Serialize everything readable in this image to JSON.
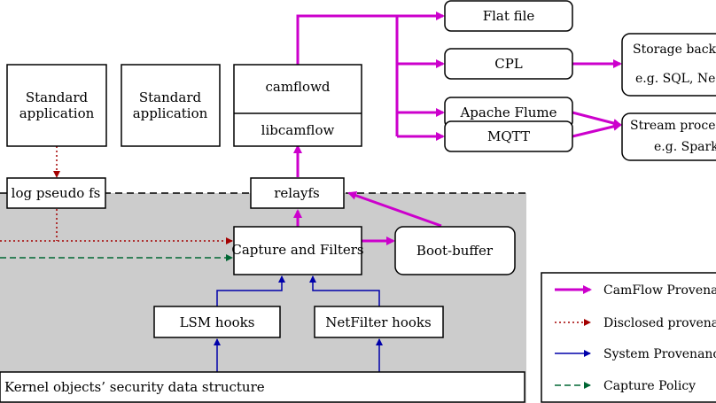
{
  "nodes": {
    "standard_app_1": [
      "Standard",
      "application"
    ],
    "standard_app_2": [
      "Standard",
      "application"
    ],
    "camflowd": "camflowd",
    "libcamflow": "libcamflow",
    "flat_file": "Flat file",
    "cpl": "CPL",
    "apache_flume": "Apache Flume",
    "mqtt": "MQTT",
    "storage_backend": [
      "Storage back-",
      "e.g. SQL, Ne"
    ],
    "stream_processing": [
      "Stream proces",
      "e.g. Spark"
    ],
    "log_pseudo_fs": "log pseudo fs",
    "relayfs": "relayfs",
    "capture_filters": "Capture and Filters",
    "boot_buffer": "Boot-buffer",
    "lsm_hooks": "LSM hooks",
    "netfilter_hooks": "NetFilter hooks",
    "kernel_objects": "Kernel objects’ security data structure"
  },
  "legend": [
    {
      "label": "CamFlow Provena",
      "style": "camflow",
      "color": "#cc00cc"
    },
    {
      "label": "Disclosed provena",
      "style": "disclosed",
      "color": "#a30000"
    },
    {
      "label": "System Provenanc",
      "style": "system",
      "color": "#0000aa"
    },
    {
      "label": "Capture Policy",
      "style": "policy",
      "color": "#006633"
    }
  ],
  "colors": {
    "kernel_area": "#cccccc",
    "camflow": "#cc00cc",
    "disclosed": "#a30000",
    "system": "#0000aa",
    "policy": "#006633"
  }
}
